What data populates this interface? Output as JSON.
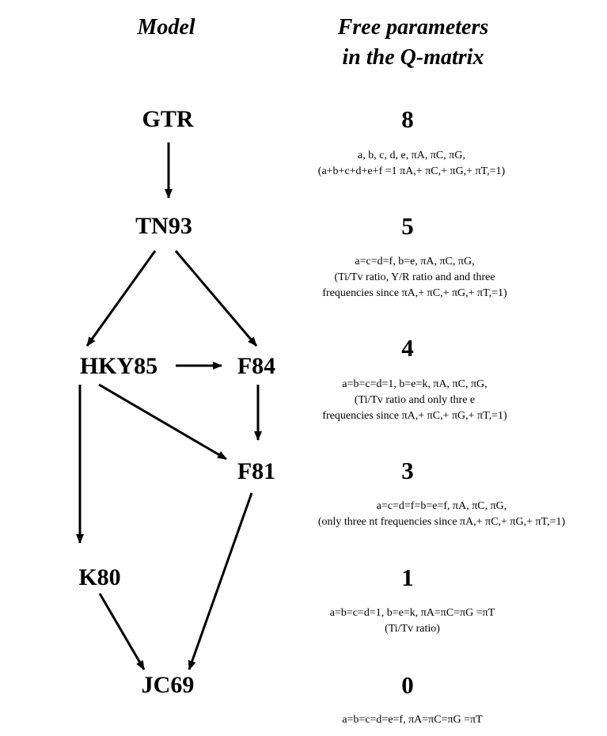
{
  "headers": {
    "model": "Model",
    "free_line1": "Free parameters",
    "free_line2": "in the Q-matrix"
  },
  "models": [
    {
      "name": "GTR",
      "count": "8",
      "desc": [
        "a, b, c, d, e, πA, πC, πG,",
        "(a+b+c+d+e+f =1   πA,+ πC,+ πG,+ πT,=1)"
      ]
    },
    {
      "name": "TN93",
      "count": "5",
      "desc": [
        "a=c=d=f, b=e, πA, πC, πG,",
        "(Ti/Tv ratio, Y/R ratio and and three",
        "frequencies since πA,+ πC,+ πG,+ πT,=1)"
      ]
    },
    {
      "name": "HKY85",
      "count": "4",
      "desc": [
        "a=b=c=d=1,   b=e=k, πA, πC, πG,",
        "(Ti/Tv ratio and only thre e",
        "frequencies since πA,+ πC,+ πG,+ πT,=1)"
      ]
    },
    {
      "name": "F84"
    },
    {
      "name": "F81",
      "count": "3",
      "desc": [
        "a=c=d=f=b=e=f, πA, πC, πG,",
        "(only three nt frequencies since πA,+ πC,+ πG,+ πT,=1)"
      ]
    },
    {
      "name": "K80",
      "count": "1",
      "desc": [
        "a=b=c=d=1,   b=e=k,   πA=πC=πG =πT",
        "(Ti/Tv ratio)"
      ]
    },
    {
      "name": "JC69",
      "count": "0",
      "desc": [
        "a=b=c=d=e=f,    πA=πC=πG =πT"
      ]
    }
  ]
}
